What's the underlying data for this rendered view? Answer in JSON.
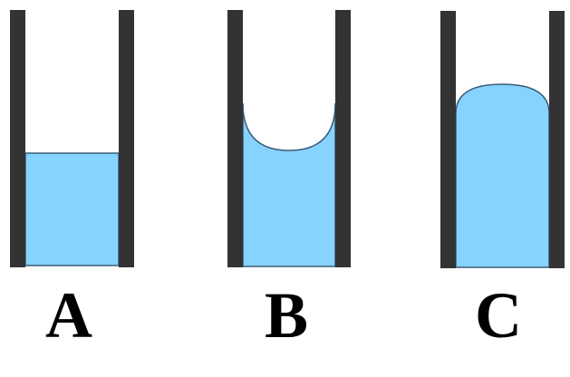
{
  "colors": {
    "wall": "#333333",
    "liquid": "#87d3ff",
    "liquid_outline": "#3a5d78",
    "background": "#ffffff",
    "label": "#000000"
  },
  "tubes": [
    {
      "label": "A",
      "meniscus": "flat"
    },
    {
      "label": "B",
      "meniscus": "concave"
    },
    {
      "label": "C",
      "meniscus": "convex"
    }
  ]
}
